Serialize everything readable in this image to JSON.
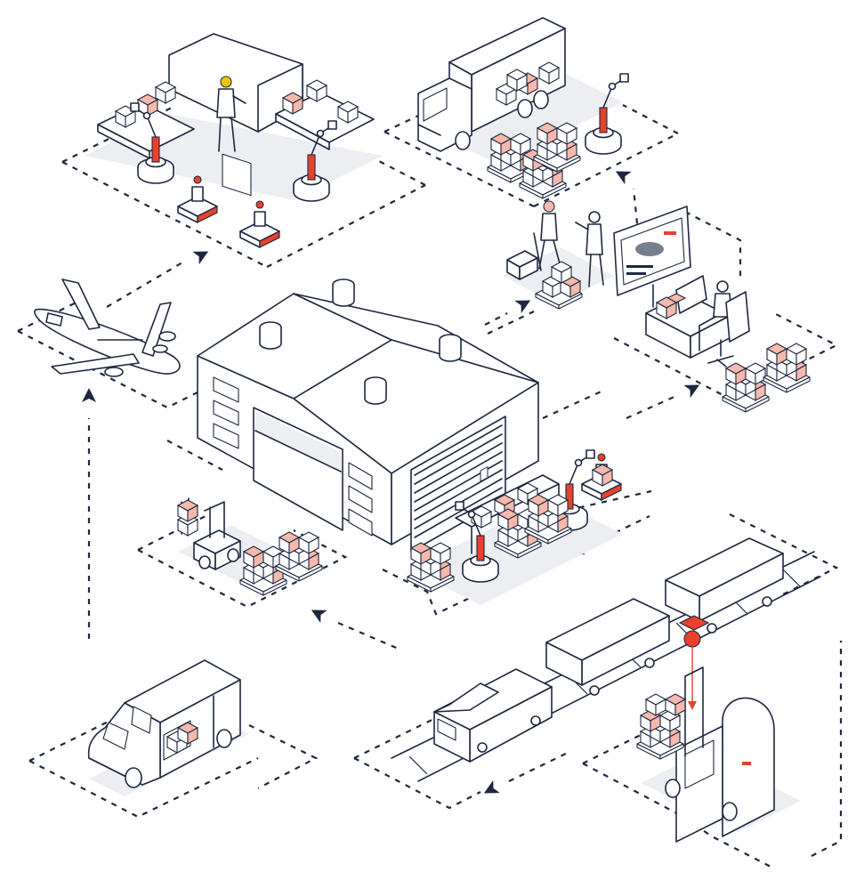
{
  "colors": {
    "line": "#1d2840",
    "accent": "#e8412c",
    "accent_light": "#f6b9ab",
    "shade": "#eceef2",
    "background": "#ffffff"
  },
  "zones": [
    {
      "id": "factory",
      "icon": "robot-factory-icon"
    },
    {
      "id": "truck-loading",
      "icon": "truck-icon"
    },
    {
      "id": "manual-handling",
      "icon": "hand-truck-icon"
    },
    {
      "id": "control-room",
      "icon": "monitor-operator-icon"
    },
    {
      "id": "air-freight",
      "icon": "airplane-icon"
    },
    {
      "id": "warehouse",
      "icon": "warehouse-icon"
    },
    {
      "id": "automated-sorting",
      "icon": "robot-arm-icon"
    },
    {
      "id": "forklift-storage",
      "icon": "forklift-icon"
    },
    {
      "id": "rail-freight",
      "icon": "train-icon"
    },
    {
      "id": "pallet-stacker",
      "icon": "stacker-icon"
    },
    {
      "id": "van-delivery",
      "icon": "van-icon"
    }
  ]
}
